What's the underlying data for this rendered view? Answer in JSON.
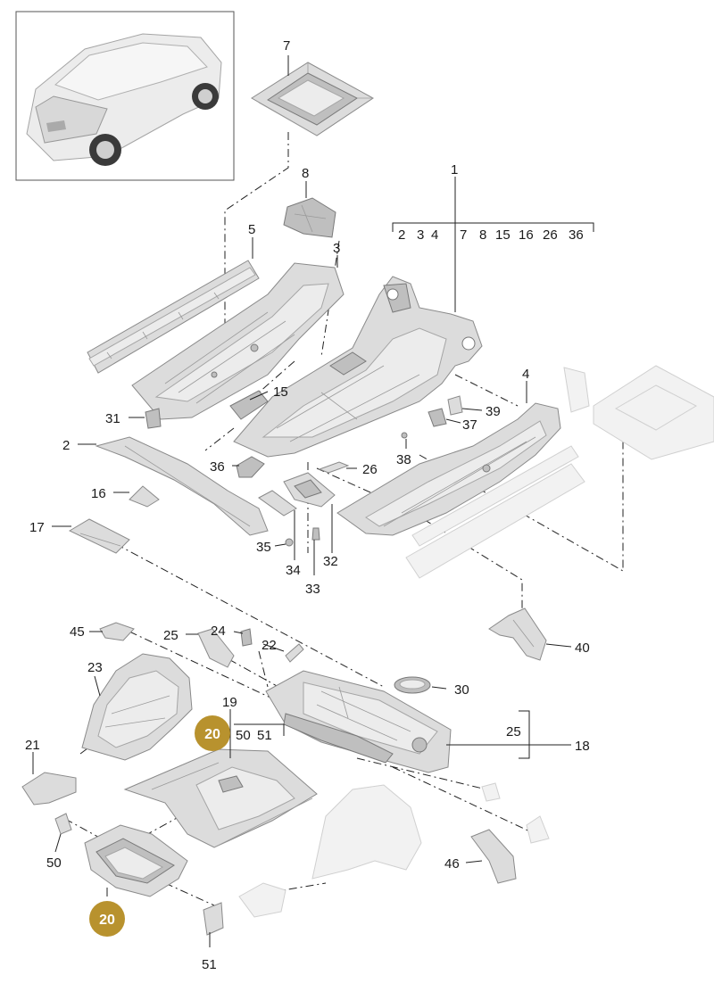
{
  "diagram": {
    "callouts": {
      "c1": "1",
      "c2": "2",
      "c3": "3",
      "c4": "4",
      "c5": "5",
      "c7": "7",
      "c8": "8",
      "c15": "15",
      "c16": "16",
      "c17": "17",
      "c18": "18",
      "c19": "19",
      "c21": "21",
      "c22": "22",
      "c23": "23",
      "c24": "24",
      "c25a": "25",
      "c25b": "25",
      "c26": "26",
      "c30": "30",
      "c31": "31",
      "c32": "32",
      "c33": "33",
      "c34": "34",
      "c35": "35",
      "c36": "36",
      "c37": "37",
      "c38": "38",
      "c39": "39",
      "c40": "40",
      "c45": "45",
      "c46": "46",
      "c50a": "50",
      "c50b": "50",
      "c51a": "51",
      "c51b": "51"
    },
    "group_1_members": [
      "2",
      "3",
      "4",
      "7",
      "8",
      "15",
      "16",
      "26",
      "36"
    ],
    "badges": {
      "b1": "20",
      "b2": "20"
    },
    "badge_color": "#b8922e"
  }
}
